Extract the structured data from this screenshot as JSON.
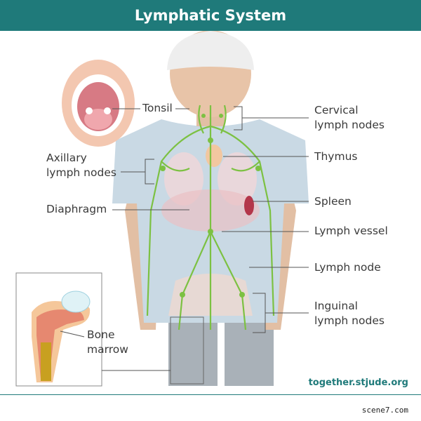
{
  "title": "Lymphatic System",
  "labels": {
    "tonsil": "Tonsil",
    "cervical_1": "Cervical",
    "cervical_2": "lymph nodes",
    "thymus": "Thymus",
    "axillary_1": "Axillary",
    "axillary_2": "lymph nodes",
    "spleen": "Spleen",
    "diaphragm": "Diaphragm",
    "lymph_vessel": "Lymph vessel",
    "lymph_node": "Lymph node",
    "inguinal_1": "Inguinal",
    "inguinal_2": "lymph nodes",
    "bone_1": "Bone",
    "bone_2": "marrow"
  },
  "credit": "together.stjude.org",
  "watermark": "scene7.com",
  "colors": {
    "header": "#1f7a7a",
    "lymph": "#7cc142",
    "shirt": "#c9d9e4",
    "skin": "#e8c4a8"
  }
}
